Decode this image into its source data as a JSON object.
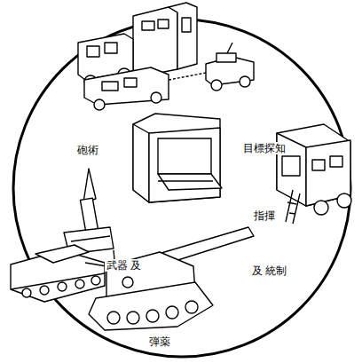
{
  "diagram": {
    "labels": [
      "砲術",
      "目標探知",
      "指揮",
      "武器 及",
      "及 統制",
      "弾薬"
    ]
  }
}
